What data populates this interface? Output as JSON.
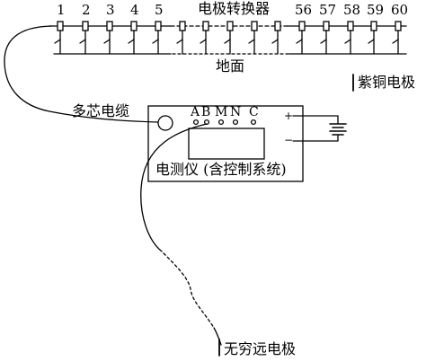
{
  "electrode_numbers_left": [
    "1",
    "2",
    "3",
    "4",
    "5"
  ],
  "electrode_numbers_right": [
    "56",
    "57",
    "58",
    "59",
    "60"
  ],
  "labels": {
    "switcher": "电极转换器",
    "ground": "地面",
    "copper_electrode": "紫铜电极",
    "multicore_cable": "多芯电缆",
    "instrument": "电测仪 (含控制系统)",
    "infinite_electrode": "无穷远电极"
  },
  "terminals": [
    "A",
    "B",
    "M",
    "N",
    "C"
  ],
  "battery_terminals": [
    "+",
    "−"
  ]
}
